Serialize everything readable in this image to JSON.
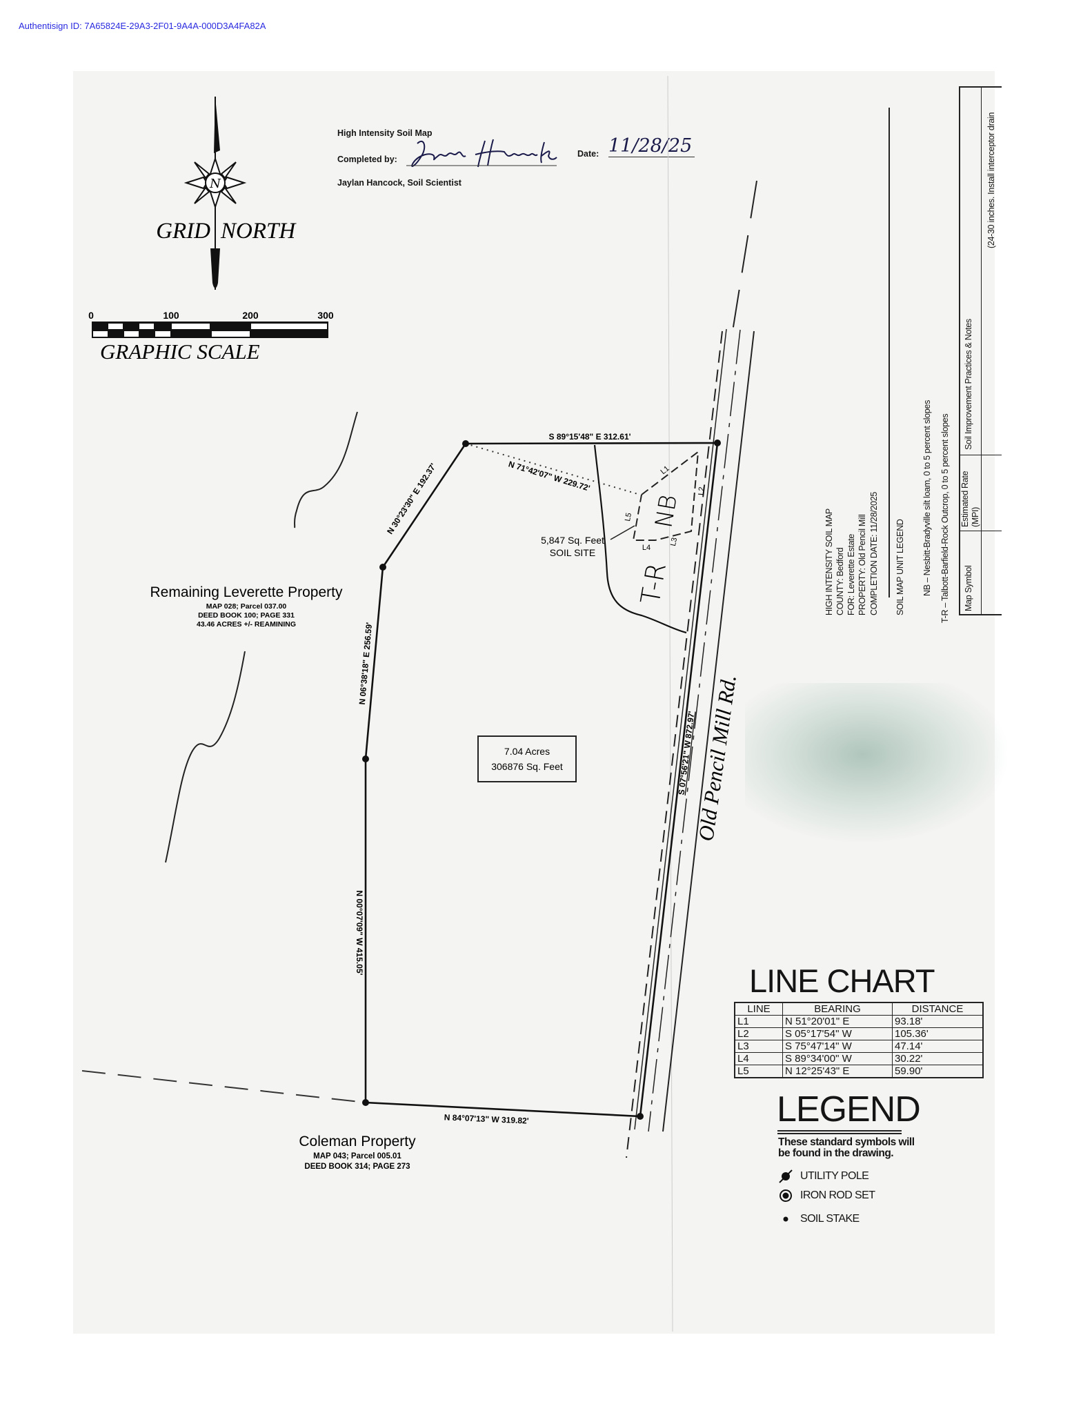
{
  "authentisign": "Authentisign ID: 7A65824E-29A3-2F01-9A4A-000D3A4FA82A",
  "header": {
    "title": "High Intensity Soil Map",
    "completed_by_label": "Completed by:",
    "signature": "Jaylan Hancock",
    "date_label": "Date:",
    "date_value": "11/28/25",
    "scientist": "Jaylan Hancock, Soil Scientist"
  },
  "north_arrow": {
    "label_left": "GRID",
    "label_right": "NORTH",
    "center_letter": "N"
  },
  "graphic_scale": {
    "ticks": [
      "0",
      "100",
      "200",
      "300"
    ],
    "label": "GRAPHIC SCALE"
  },
  "soil_legend_panel": {
    "lines": [
      "HIGH INTENSITY SOIL MAP",
      "COUNTY: Bedford",
      "FOR: Leverette Estate",
      "PROPERTY: Old Pencil Mill",
      "COMPLETION DATE: 11/28/2025"
    ],
    "legend_heading": "SOIL MAP UNIT LEGEND",
    "units": [
      "NB – Nesbitt-Bradyville silt loam, 0 to 5 percent slopes",
      "T-R – Talbott-Barfield-Rock Outcrop, 0 to 5 percent slopes"
    ],
    "table_headers": [
      "Map Symbol",
      "Estimated Rate (MPI)",
      "Soil Improvement Practices & Notes"
    ],
    "table_partial_text": "(24-30 inches. Install interceptor drain"
  },
  "map": {
    "boundaries": {
      "north": "S 89°15'48\" E  312.61'",
      "tie_line": "N 71°42'07\" W  229.72'",
      "nw": "N 30°23'30\" E  192.37'",
      "west_upper": "N 06°38'18\" E  256.59'",
      "west_lower": "N 00°07'09\" W  415.05'",
      "south": "N 84°07'13\" W  319.82'",
      "east": "S 07°56'21\" W  872.97'"
    },
    "soil_site": {
      "area": "5,847 Sq. Feet",
      "label": "SOIL SITE"
    },
    "soil_units": [
      "NB",
      "T-R"
    ],
    "segment_labels": [
      "L1",
      "L2",
      "L3",
      "L4",
      "L5"
    ],
    "parcel": {
      "acres": "7.04 Acres",
      "sqft": "306876 Sq. Feet"
    },
    "road": "Old Pencil Mill Rd.",
    "neighbors": [
      {
        "name": "Remaining Leverette Property",
        "lines": [
          "MAP 028; Parcel 037.00",
          "DEED BOOK 100; PAGE 331",
          "43.46 ACRES +/- REAMINING"
        ]
      },
      {
        "name": "Coleman Property",
        "lines": [
          "MAP 043; Parcel 005.01",
          "DEED BOOK 314; PAGE 273"
        ]
      }
    ]
  },
  "line_chart": {
    "title": "LINE CHART",
    "headers": [
      "LINE",
      "BEARING",
      "DISTANCE"
    ],
    "rows": [
      [
        "L1",
        "N 51°20'01\" E",
        "93.18'"
      ],
      [
        "L2",
        "S 05°17'54\" W",
        "105.36'"
      ],
      [
        "L3",
        "S 75°47'14\" W",
        "47.14'"
      ],
      [
        "L4",
        "S 89°34'00\" W",
        "30.22'"
      ],
      [
        "L5",
        "N 12°25'43\" E",
        "59.90'"
      ]
    ]
  },
  "legend": {
    "title": "LEGEND",
    "description_1": "These standard symbols will",
    "description_2": "be found in the drawing.",
    "items": [
      {
        "icon": "utility-pole-icon",
        "label": "UTILITY POLE"
      },
      {
        "icon": "iron-rod-set-icon",
        "label": "IRON ROD SET"
      },
      {
        "icon": "soil-stake-icon",
        "label": "SOIL STAKE"
      }
    ]
  }
}
